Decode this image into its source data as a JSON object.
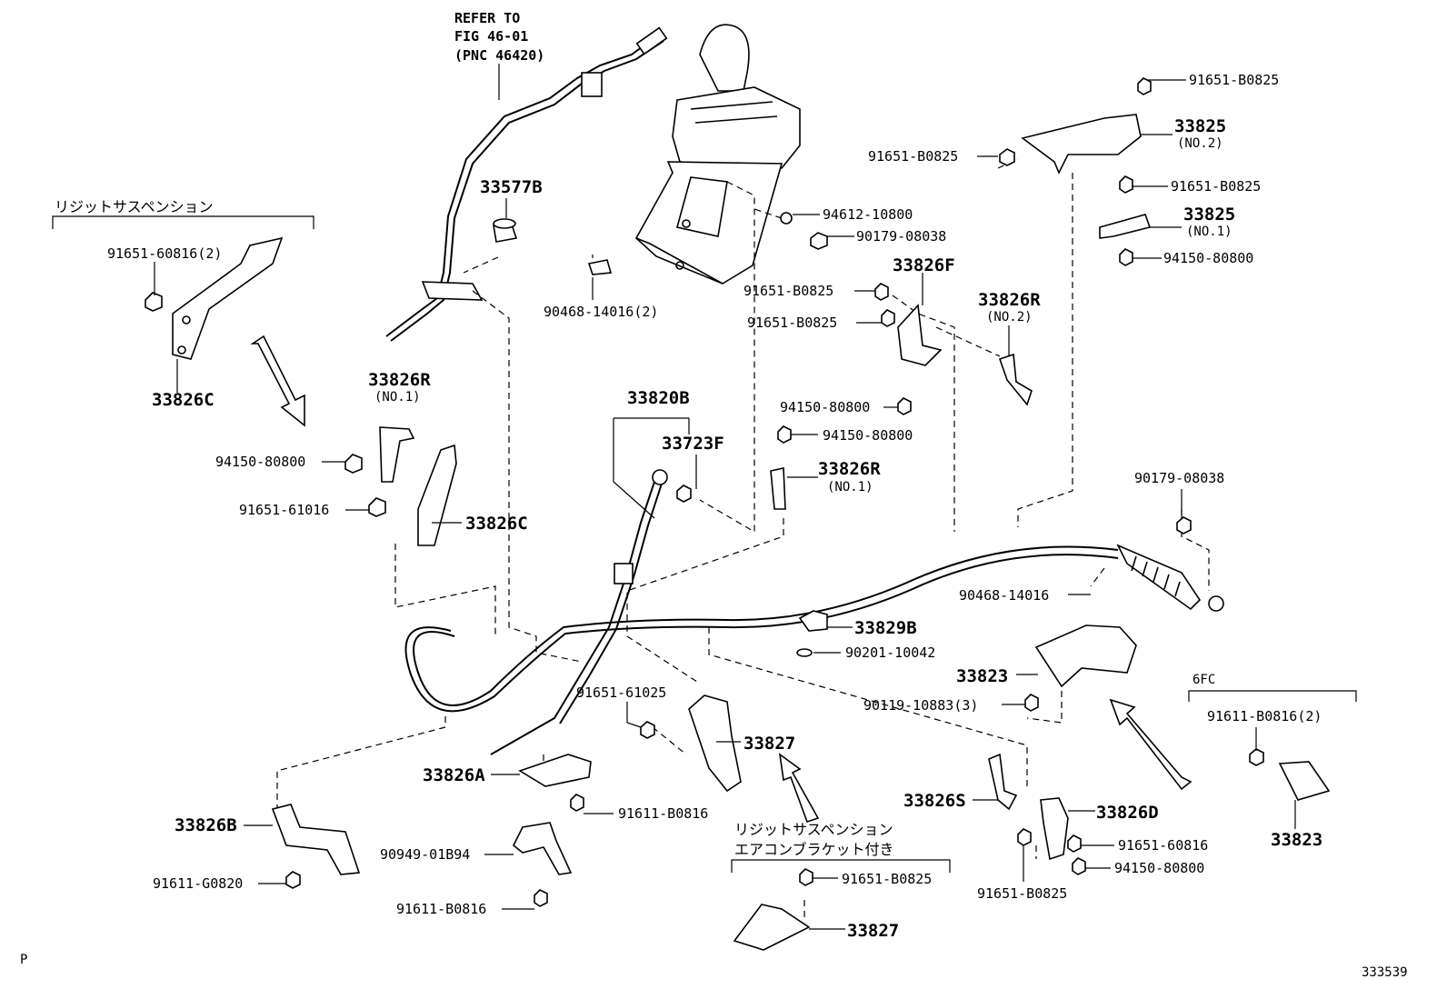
{
  "ref_note": {
    "line1": "REFER TO",
    "line2": "FIG 46-01",
    "line3": "(PNC 46420)"
  },
  "section_labels": {
    "rigid_suspension": "リジットサスペンション",
    "rigid_suspension_ac_line1": "リジットサスペンション",
    "rigid_suspension_ac_line2": "エアコンブラケット付き",
    "six_fc": "6FC"
  },
  "parts": {
    "p_91651_b0825_a": "91651-B0825",
    "p_33825_no2": "33825",
    "p_33825_no2_sub": "(NO.2)",
    "p_91651_b0825_b": "91651-B0825",
    "p_91651_b0825_c": "91651-B0825",
    "p_33825_no1": "33825",
    "p_33825_no1_sub": "(NO.1)",
    "p_94150_80800_a": "94150-80800",
    "p_94612_10800": "94612-10800",
    "p_90179_08038_a": "90179-08038",
    "p_33826f": "33826F",
    "p_91651_b0825_d": "91651-B0825",
    "p_91651_b0825_e": "91651-B0825",
    "p_33826r_no2": "33826R",
    "p_33826r_no2_sub": "(NO.2)",
    "p_94150_80800_b": "94150-80800",
    "p_94150_80800_c": "94150-80800",
    "p_33826r_no1_right": "33826R",
    "p_33826r_no1_right_sub": "(NO.1)",
    "p_33577b": "33577B",
    "p_90468_14016_2": "90468-14016(2)",
    "p_91651_60816_2": "91651-60816(2)",
    "p_33826c_top": "33826C",
    "p_33826r_no1_left": "33826R",
    "p_33826r_no1_left_sub": "(NO.1)",
    "p_94150_80800_d": "94150-80800",
    "p_91651_61016": "91651-61016",
    "p_33826c_mid": "33826C",
    "p_33820b": "33820B",
    "p_33723f": "33723F",
    "p_90179_08038_b": "90179-08038",
    "p_90468_14016": "90468-14016",
    "p_33829b": "33829B",
    "p_90201_10042": "90201-10042",
    "p_33823_mid": "33823",
    "p_90119_10883_3": "90119-10883(3)",
    "p_91611_b0816_2": "91611-B0816(2)",
    "p_33823_right": "33823",
    "p_91651_61025": "91651-61025",
    "p_33827_mid": "33827",
    "p_33826a": "33826A",
    "p_91611_b0816_a": "91611-B0816",
    "p_33826b": "33826B",
    "p_90949_01b94": "90949-01B94",
    "p_91611_g0820": "91611-G0820",
    "p_91611_b0816_b": "91611-B0816",
    "p_33826s": "33826S",
    "p_33826d": "33826D",
    "p_91651_60816": "91651-60816",
    "p_94150_80800_e": "94150-80800",
    "p_91651_b0825_f": "91651-B0825",
    "p_91651_b0825_g": "91651-B0825",
    "p_33827_bottom": "33827"
  },
  "footer": {
    "left_mark": "P",
    "figure_number": "333539"
  }
}
